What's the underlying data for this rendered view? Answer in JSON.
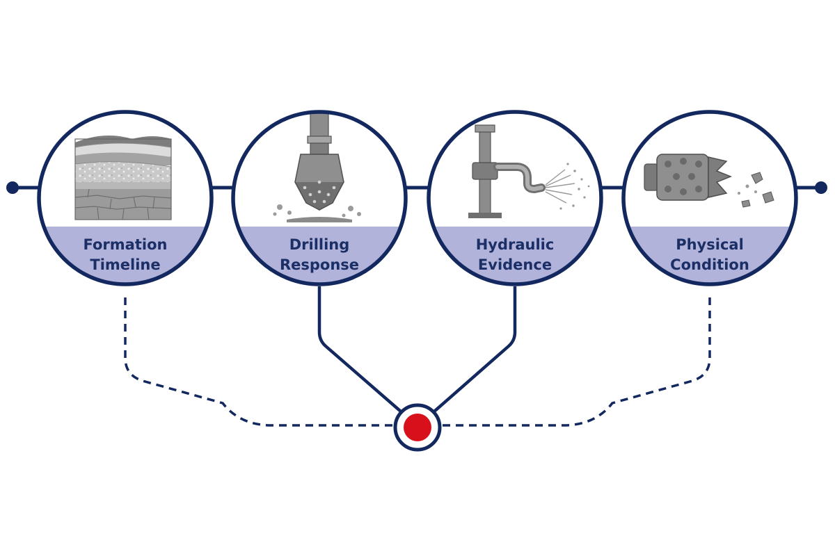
{
  "colors": {
    "navy": "#13285e",
    "band": "#b1b3da",
    "alert": "#d7101c",
    "icon_gray": "#8f8f8f"
  },
  "nodes": [
    {
      "id": "formation-timeline",
      "icon": "rock-strata-icon",
      "label_line1": "Formation",
      "label_line2": "Timeline",
      "link": "dashed"
    },
    {
      "id": "drilling-response",
      "icon": "drill-bit-icon",
      "label_line1": "Drilling",
      "label_line2": "Response",
      "link": "solid"
    },
    {
      "id": "hydraulic-evidence",
      "icon": "hydraulic-pipe-spray-icon",
      "label_line1": "Hydraulic",
      "label_line2": "Evidence",
      "link": "solid"
    },
    {
      "id": "physical-condition",
      "icon": "worn-bit-debris-icon",
      "label_line1": "Physical",
      "label_line2": "Condition",
      "link": "dashed"
    }
  ],
  "central_node": {
    "icon": "red-dot-icon"
  }
}
